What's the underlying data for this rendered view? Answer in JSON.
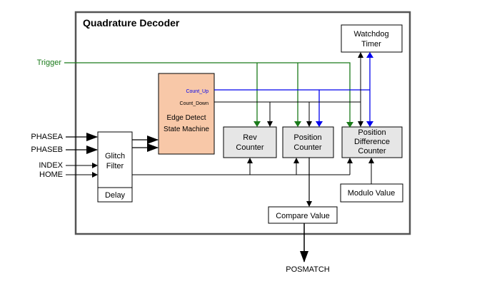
{
  "title": "Quadrature Decoder",
  "inputs": {
    "phasea": "PHASEA",
    "phaseb": "PHASEB",
    "index": "INDEX",
    "home": "HOME",
    "trigger": "Trigger"
  },
  "blocks": {
    "glitch_line1": "Glitch",
    "glitch_line2": "Filter",
    "delay": "Delay",
    "count_up": "Count_Up",
    "count_down": "Count_Down",
    "edge_line1": "Edge Detect",
    "edge_line2": "State Machine",
    "rev_line1": "Rev",
    "rev_line2": "Counter",
    "pos_line1": "Position",
    "pos_line2": "Counter",
    "posdiff_line1": "Position",
    "posdiff_line2": "Difference",
    "posdiff_line3": "Counter",
    "watchdog_line1": "Watchdog",
    "watchdog_line2": "Timer",
    "modulo": "Modulo Value",
    "compare": "Compare Value"
  },
  "output": "POSMATCH",
  "colors": {
    "trigger": "#1a7a1a",
    "count_up": "#0000ee",
    "edge_fill": "#f8c8a8",
    "counter_fill": "#e6e6e6"
  }
}
